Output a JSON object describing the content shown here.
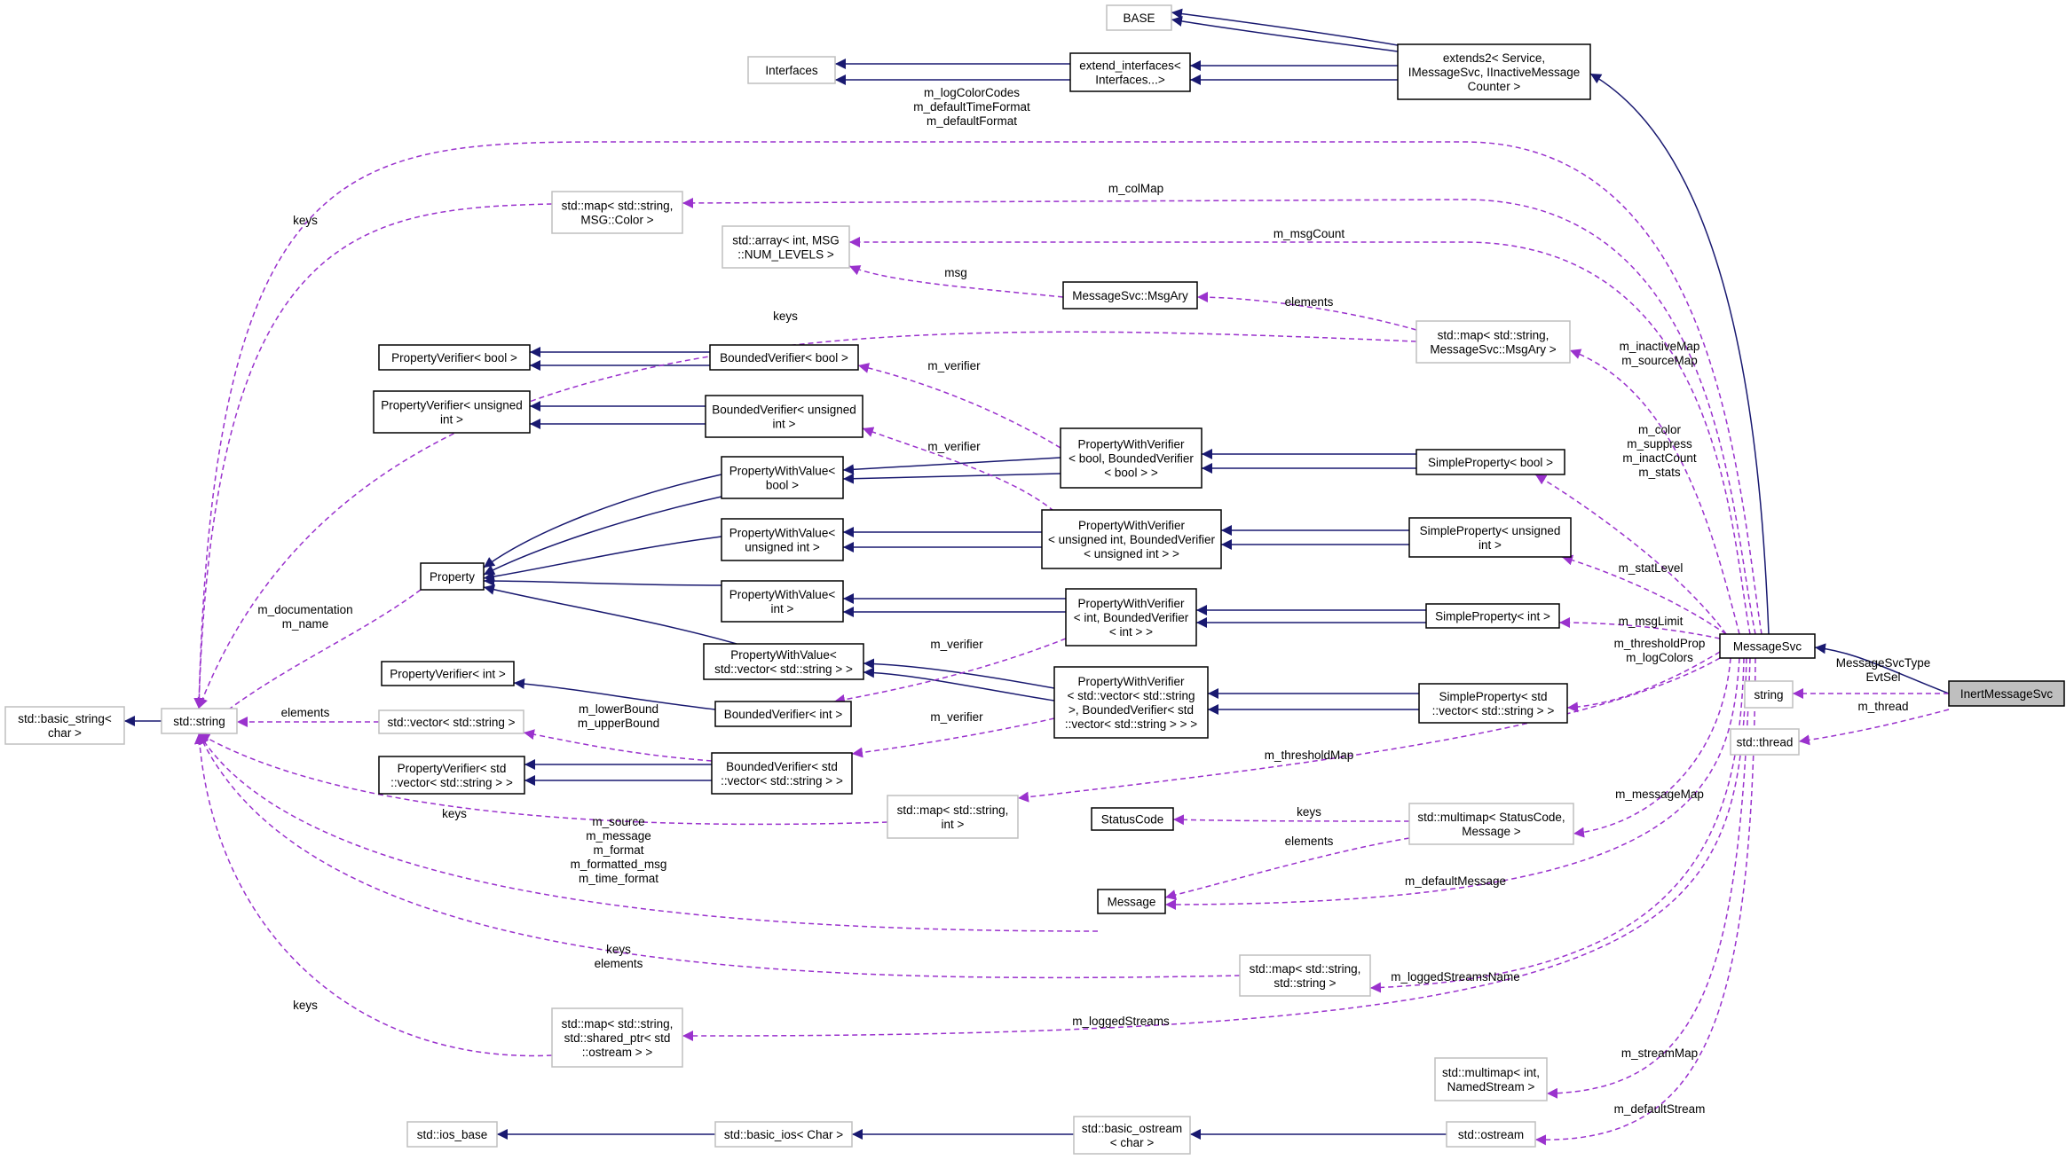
{
  "nodes": [
    {
      "id": "BASE",
      "lines": [
        "BASE"
      ],
      "ext": true
    },
    {
      "id": "Interfaces",
      "lines": [
        "Interfaces"
      ],
      "ext": true
    },
    {
      "id": "extend_interfaces",
      "lines": [
        "extend_interfaces<",
        "Interfaces...>"
      ]
    },
    {
      "id": "extends2",
      "lines": [
        "extends2< Service,",
        "IMessageSvc, IInactiveMessage",
        "Counter >"
      ]
    },
    {
      "id": "map_color",
      "lines": [
        "std::map< std::string,",
        "MSG::Color >"
      ],
      "ext": true
    },
    {
      "id": "array_int",
      "lines": [
        "std::array< int, MSG",
        "::NUM_LEVELS >"
      ],
      "ext": true
    },
    {
      "id": "MsgAry",
      "lines": [
        "MessageSvc::MsgAry"
      ]
    },
    {
      "id": "map_msgary",
      "lines": [
        "std::map< std::string,",
        "MessageSvc::MsgAry >"
      ],
      "ext": true
    },
    {
      "id": "PV_bool",
      "lines": [
        "PropertyVerifier< bool >"
      ]
    },
    {
      "id": "BV_bool",
      "lines": [
        "BoundedVerifier< bool >"
      ]
    },
    {
      "id": "PV_uint",
      "lines": [
        "PropertyVerifier< unsigned",
        "int >"
      ]
    },
    {
      "id": "BV_uint",
      "lines": [
        "BoundedVerifier< unsigned",
        "int >"
      ]
    },
    {
      "id": "PWVf_bool",
      "lines": [
        "PropertyWithVerifier",
        "< bool, BoundedVerifier",
        "< bool > >"
      ]
    },
    {
      "id": "SP_bool",
      "lines": [
        "SimpleProperty< bool >"
      ]
    },
    {
      "id": "PWVl_bool",
      "lines": [
        "PropertyWithValue<",
        "bool >"
      ]
    },
    {
      "id": "PWVl_uint",
      "lines": [
        "PropertyWithValue<",
        "unsigned int >"
      ]
    },
    {
      "id": "PWVf_uint",
      "lines": [
        "PropertyWithVerifier",
        "< unsigned int, BoundedVerifier",
        "< unsigned int > >"
      ]
    },
    {
      "id": "SP_uint",
      "lines": [
        "SimpleProperty< unsigned",
        "int >"
      ]
    },
    {
      "id": "Property",
      "lines": [
        "Property"
      ]
    },
    {
      "id": "PWVl_int",
      "lines": [
        "PropertyWithValue<",
        "int >"
      ]
    },
    {
      "id": "PWVf_int",
      "lines": [
        "PropertyWithVerifier",
        "< int, BoundedVerifier",
        "< int > >"
      ]
    },
    {
      "id": "SP_int",
      "lines": [
        "SimpleProperty< int >"
      ]
    },
    {
      "id": "MessageSvc",
      "lines": [
        "MessageSvc"
      ]
    },
    {
      "id": "InertMessageSvc",
      "lines": [
        "InertMessageSvc"
      ],
      "focus": true
    },
    {
      "id": "PWVl_vec",
      "lines": [
        "PropertyWithValue<",
        "std::vector< std::string > >"
      ]
    },
    {
      "id": "PV_int",
      "lines": [
        "PropertyVerifier< int >"
      ]
    },
    {
      "id": "BV_int",
      "lines": [
        "BoundedVerifier< int >"
      ]
    },
    {
      "id": "PWVf_vec",
      "lines": [
        "PropertyWithVerifier",
        "< std::vector< std::string",
        ">, BoundedVerifier< std",
        "::vector< std::string > > >"
      ]
    },
    {
      "id": "SP_vec",
      "lines": [
        "SimpleProperty< std",
        "::vector< std::string > >"
      ]
    },
    {
      "id": "string_ext",
      "lines": [
        "string"
      ],
      "ext": true
    },
    {
      "id": "std_thread",
      "lines": [
        "std::thread"
      ],
      "ext": true
    },
    {
      "id": "basic_string",
      "lines": [
        "std::basic_string<",
        "char >"
      ],
      "ext": true
    },
    {
      "id": "std_string",
      "lines": [
        "std::string"
      ],
      "ext": true
    },
    {
      "id": "vec_string",
      "lines": [
        "std::vector< std::string >"
      ],
      "ext": true
    },
    {
      "id": "PV_vec",
      "lines": [
        "PropertyVerifier< std",
        "::vector< std::string > >"
      ]
    },
    {
      "id": "BV_vec",
      "lines": [
        "BoundedVerifier< std",
        "::vector< std::string > >"
      ]
    },
    {
      "id": "map_int",
      "lines": [
        "std::map< std::string,",
        "int >"
      ],
      "ext": true
    },
    {
      "id": "StatusCode",
      "lines": [
        "StatusCode"
      ]
    },
    {
      "id": "multimap_sc",
      "lines": [
        "std::multimap< StatusCode,",
        "Message >"
      ],
      "ext": true
    },
    {
      "id": "Message",
      "lines": [
        "Message"
      ]
    },
    {
      "id": "map_strstr",
      "lines": [
        "std::map< std::string,",
        "std::string >"
      ],
      "ext": true
    },
    {
      "id": "map_ostream",
      "lines": [
        "std::map< std::string,",
        "std::shared_ptr< std",
        "::ostream > >"
      ],
      "ext": true
    },
    {
      "id": "multimap_int",
      "lines": [
        "std::multimap< int,",
        "NamedStream >"
      ],
      "ext": true
    },
    {
      "id": "ios_base",
      "lines": [
        "std::ios_base"
      ],
      "ext": true
    },
    {
      "id": "basic_ios",
      "lines": [
        "std::basic_ios< Char >"
      ],
      "ext": true
    },
    {
      "id": "basic_ostream",
      "lines": [
        "std::basic_ostream",
        "< char >"
      ],
      "ext": true
    },
    {
      "id": "std_ostream",
      "lines": [
        "std::ostream"
      ],
      "ext": true
    }
  ],
  "edge_labels": [
    {
      "id": "lbl_logcolor",
      "lines": [
        "m_logColorCodes",
        "m_defaultTimeFormat",
        "m_defaultFormat"
      ]
    },
    {
      "id": "lbl_colmap",
      "lines": [
        "m_colMap"
      ]
    },
    {
      "id": "lbl_keys_colmap",
      "lines": [
        "keys"
      ]
    },
    {
      "id": "lbl_msgcount",
      "lines": [
        "m_msgCount"
      ]
    },
    {
      "id": "lbl_msg",
      "lines": [
        "msg"
      ]
    },
    {
      "id": "lbl_elements_msgary",
      "lines": [
        "elements"
      ]
    },
    {
      "id": "lbl_keys_msgary",
      "lines": [
        "keys"
      ]
    },
    {
      "id": "lbl_verifier1",
      "lines": [
        "m_verifier"
      ]
    },
    {
      "id": "lbl_inactive",
      "lines": [
        "m_inactiveMap",
        "m_sourceMap"
      ]
    },
    {
      "id": "lbl_verifier2",
      "lines": [
        "m_verifier"
      ]
    },
    {
      "id": "lbl_color",
      "lines": [
        "m_color",
        "m_suppress",
        "m_inactCount",
        "m_stats"
      ]
    },
    {
      "id": "lbl_statlevel",
      "lines": [
        "m_statLevel"
      ]
    },
    {
      "id": "lbl_doc",
      "lines": [
        "m_documentation",
        "m_name"
      ]
    },
    {
      "id": "lbl_msglimit",
      "lines": [
        "m_msgLimit"
      ]
    },
    {
      "id": "lbl_verifier3",
      "lines": [
        "m_verifier"
      ]
    },
    {
      "id": "lbl_threshprop",
      "lines": [
        "m_thresholdProp",
        "m_logColors"
      ]
    },
    {
      "id": "lbl_svctype",
      "lines": [
        "MessageSvcType",
        "EvtSel"
      ]
    },
    {
      "id": "lbl_elements_vec",
      "lines": [
        "elements"
      ]
    },
    {
      "id": "lbl_mthread",
      "lines": [
        "m_thread"
      ]
    },
    {
      "id": "lbl_lowerbound",
      "lines": [
        "m_lowerBound",
        "m_upperBound"
      ]
    },
    {
      "id": "lbl_verifier4",
      "lines": [
        "m_verifier"
      ]
    },
    {
      "id": "lbl_threshmap",
      "lines": [
        "m_thresholdMap"
      ]
    },
    {
      "id": "lbl_keys_mapint",
      "lines": [
        "keys"
      ]
    },
    {
      "id": "lbl_keys_sc",
      "lines": [
        "keys"
      ]
    },
    {
      "id": "lbl_msgmap",
      "lines": [
        "m_messageMap"
      ]
    },
    {
      "id": "lbl_elements_msg",
      "lines": [
        "elements"
      ]
    },
    {
      "id": "lbl_source",
      "lines": [
        "m_source",
        "m_message",
        "m_format",
        "m_formatted_msg",
        "m_time_format"
      ]
    },
    {
      "id": "lbl_defmsg",
      "lines": [
        "m_defaultMessage"
      ]
    },
    {
      "id": "lbl_keys_elements",
      "lines": [
        "keys",
        "elements"
      ]
    },
    {
      "id": "lbl_loggedname",
      "lines": [
        "m_loggedStreamsName"
      ]
    },
    {
      "id": "lbl_keys_ostream",
      "lines": [
        "keys"
      ]
    },
    {
      "id": "lbl_loggedstreams",
      "lines": [
        "m_loggedStreams"
      ]
    },
    {
      "id": "lbl_streammap",
      "lines": [
        "m_streamMap"
      ]
    },
    {
      "id": "lbl_defstream",
      "lines": [
        "m_defaultStream"
      ]
    }
  ]
}
